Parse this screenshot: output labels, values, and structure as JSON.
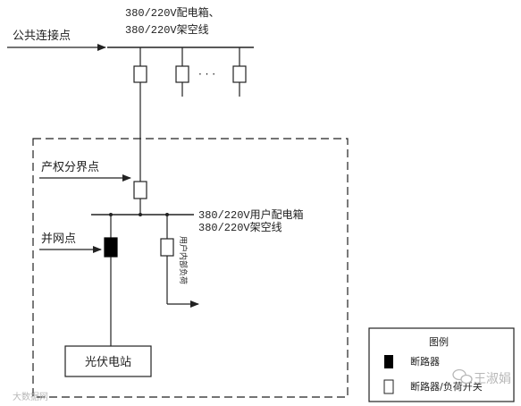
{
  "labels": {
    "top_box_line1": "380/220V配电箱、",
    "top_box_line2": "380/220V架空线",
    "public_connection_point": "公共连接点",
    "property_boundary_point": "产权分界点",
    "user_box_line1": "380/220V用户配电箱",
    "user_box_line2": "380/220V架空线",
    "grid_connection_point": "并网点",
    "user_internal_load": "用户内部负荷",
    "pv_station": "光伏电站",
    "ellipsis": "· · ·"
  },
  "legend": {
    "title": "图例",
    "items": [
      {
        "symbol": "filled-breaker",
        "label": "断路器"
      },
      {
        "symbol": "hollow-breaker",
        "label": "断路器/负荷开关"
      }
    ]
  },
  "watermarks": {
    "left": "大数据网",
    "right": "王淑娟"
  },
  "colors": {
    "line": "#222222",
    "breaker_filled": "#000000",
    "breaker_hollow": "#ffffff",
    "watermark": "#b8b8b8"
  }
}
